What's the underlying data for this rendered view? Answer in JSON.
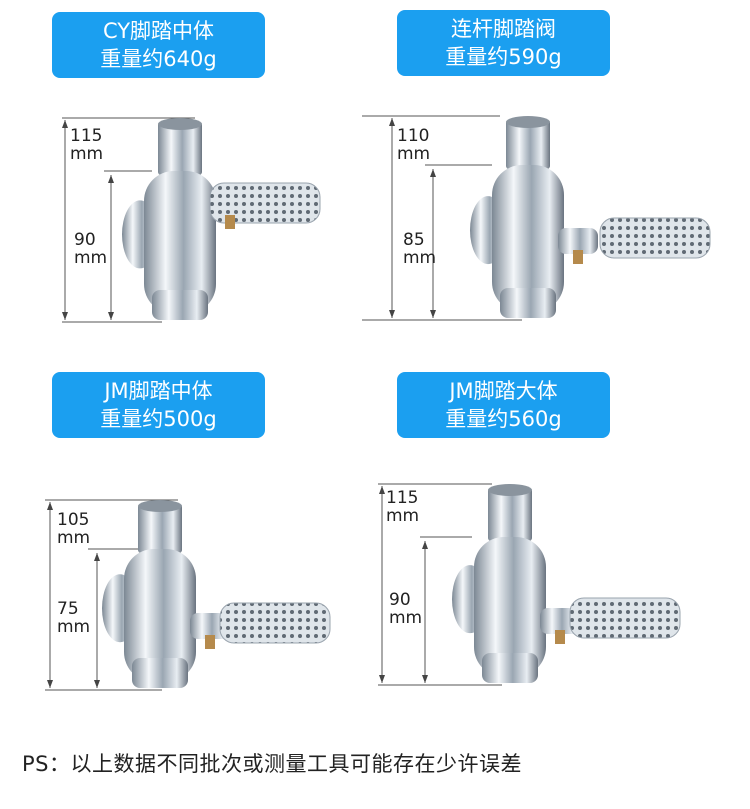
{
  "products": [
    {
      "name": "CY脚踏中体",
      "weight": "重量约640g",
      "total_height": "115",
      "body_height": "90",
      "unit": "mm"
    },
    {
      "name": "连杆脚踏阀",
      "weight": "重量约590g",
      "total_height": "110",
      "body_height": "85",
      "unit": "mm"
    },
    {
      "name": "JM脚踏中体",
      "weight": "重量约500g",
      "total_height": "105",
      "body_height": "75",
      "unit": "mm"
    },
    {
      "name": "JM脚踏大体",
      "weight": "重量约560g",
      "total_height": "115",
      "body_height": "90",
      "unit": "mm"
    }
  ],
  "note": "PS：以上数据不同批次或测量工具可能存在少许误差",
  "colors": {
    "label_bg": "#1b9ff0",
    "label_text": "#ffffff"
  }
}
